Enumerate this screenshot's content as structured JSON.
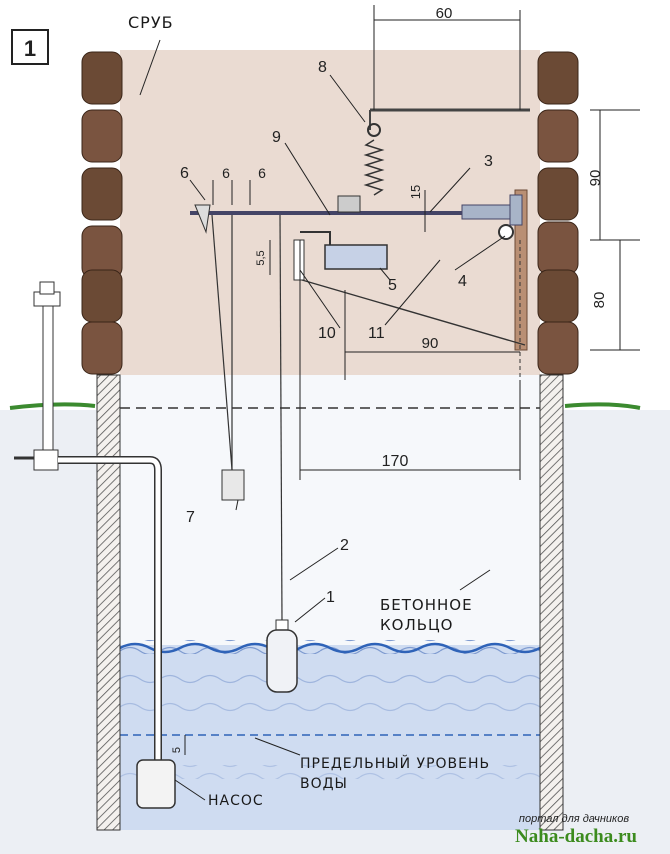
{
  "figure_number": "1",
  "labels": {
    "srub": "СРУБ",
    "concrete_ring_line1": "БЕТОННОЕ",
    "concrete_ring_line2": "КОЛЬЦО",
    "limit_level_line1": "ПРЕДЕЛЬНЫЙ УРОВЕНЬ",
    "limit_level_line2": "ВОДЫ",
    "pump": "НАСОС"
  },
  "dimensions": {
    "d60": "60",
    "d90_right": "90",
    "d80": "80",
    "d15": "15",
    "d55": "5,5",
    "d6a": "6",
    "d6b": "6",
    "d90_bottom": "90",
    "d170": "170",
    "d5": "5"
  },
  "callouts": {
    "c1": "1",
    "c2": "2",
    "c3": "3",
    "c4": "4",
    "c5": "5",
    "c6": "6",
    "c7": "7",
    "c8": "8",
    "c9": "9",
    "c10": "10",
    "c11": "11"
  },
  "watermark": {
    "top": "портал для дачников",
    "bottom": "Naha-dacha.ru"
  },
  "colors": {
    "log_brown": "#6b4a35",
    "wall_tan": "#e8d9cf",
    "water_blue": "#c9d7ee",
    "water_line": "#2f63b8",
    "soil": "#e7ebf1",
    "grass": "#3b8a2f",
    "ring_hatch": "#555555",
    "watermark_green": "#3c8b1e"
  }
}
